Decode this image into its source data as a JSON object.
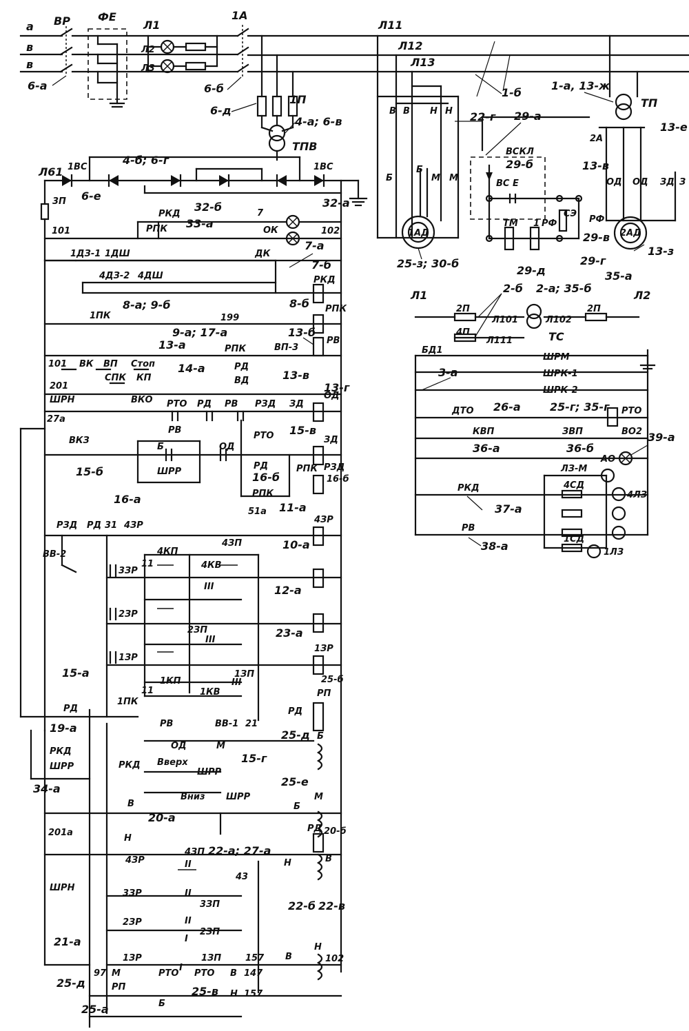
{
  "labels": {
    "phase_a": "а",
    "phase_b": "в",
    "phase_c": "в",
    "ref_6a": "6-а",
    "breaker_vr": "ВР",
    "fuse_fe": "ФЕ",
    "lamp_l1": "Л1",
    "lamp_l2": "Л2",
    "lamp_l3": "Л3",
    "switch_1a": "1А",
    "ref_6b": "6-б",
    "ref_6d": "6-д",
    "fuse_1p": "1П",
    "ref_4a_6v": "4-а; 6-в",
    "trans_tpv": "ТПВ",
    "bus_l61": "Л61",
    "diode_1vs_left": "1ВС",
    "diode_1vs_right": "1ВС",
    "ref_4b_6g": "4-б; 6-г",
    "fuse_3p": "3П",
    "ref_6e": "6-е",
    "node_101": "101",
    "node_102": "102",
    "rkd": "РКД",
    "rpk": "РПК",
    "ref_32b": "32-б",
    "ref_33a": "33-а",
    "lamp_ok": "ОК",
    "ref_32a": "32-а",
    "num_7": "7",
    "dz1": "1ДЗ-1",
    "dsh1": "1ДШ",
    "dk": "ДК",
    "ref_7a": "7-а",
    "ref_7b": "7-б",
    "dz2": "4ДЗ-2",
    "dsh4": "4ДШ",
    "coil_rkd": "РКД",
    "pk1": "1ПК",
    "ref_8a_9b": "8-а; 9-б",
    "ref_8b": "8-б",
    "coil_rpk": "РПК",
    "ref_9a_17a": "9-а; 17-а",
    "node_199": "199",
    "ref_13b": "13-б",
    "coil_rv": "РВ",
    "ref_13a": "13-а",
    "rpk2": "РПК",
    "rd": "РД",
    "vd": "ВД",
    "vp3": "ВП-3",
    "ref_14a": "14-а",
    "node_101b": "101",
    "vk": "ВК",
    "vp": "ВП",
    "stop": "Стоп",
    "kp": "КП",
    "spk": "СПК",
    "node_201": "201",
    "ref_13g": "13-г",
    "shrn": "ШРН",
    "vko": "ВКО",
    "rto": "РТО",
    "rd2": "РД",
    "rv2": "РВ",
    "rzd": "РЗД",
    "zd": "ЗД",
    "ref_13v": "13-в",
    "coil_od": "ОД",
    "node_27a": "27а",
    "rv3": "РВ",
    "vkz": "ВКЗ",
    "b": "Б",
    "od": "ОД",
    "ref_15v": "15-в",
    "coil_zd": "ЗД",
    "ref_15b": "15-б",
    "shrr": "ШРР",
    "rto2": "РТО",
    "rd3": "РД",
    "rpk3": "РПК",
    "rzd2": "РЗД",
    "ref_16b": "16-б",
    "ref_16b2": "16-б",
    "rpk4": "РПК",
    "node_51a": "51а",
    "ref_11a": "11-а",
    "ref_16a": "16-а",
    "rzd3": "РЗД",
    "rd4": "РД",
    "node_31": "31",
    "r4zr": "4ЗР",
    "coil_4zr": "4ЗР",
    "vv2": "ВВ-2",
    "ref_10a": "10-а",
    "r4zp": "4ЗП",
    "kp4": "4КП",
    "kv4": "4КВ",
    "node_11": "11",
    "r3zr": "3ЗР",
    "r2zr": "2ЗР",
    "ref_12a": "12-а",
    "z2p": "2ЗП",
    "ref_23a": "23-а",
    "r1zr": "1ЗР",
    "coil_1zr": "1ЗР",
    "ref_25b": "25-б",
    "rp": "РП",
    "ref_15a": "15-а",
    "kp1": "1КП",
    "z1p": "1ЗП",
    "node_11b": "11",
    "kv1": "1КВ",
    "rd5": "РД",
    "pk1b": "1ПК",
    "rd6": "РД",
    "ref_19a": "19-а",
    "rv4": "РВ",
    "vv1": "ВВ-1",
    "node_21": "21",
    "ref_25d": "25-д",
    "rkd2": "РКД",
    "od2": "ОД",
    "m": "М",
    "ref_15g": "15-г",
    "b2": "Б",
    "shrr2": "ШРР",
    "rkd3": "РКД",
    "up": "Вверх",
    "shrr3": "ШРР",
    "ref_34a": "34-а",
    "down": "Вниз",
    "shrr4": "ШРР",
    "ref_25e": "25-е",
    "b3": "Б",
    "m2": "М",
    "v": "В",
    "ref_20a": "20-а",
    "node_201a": "201а",
    "n": "Н",
    "rd7": "РД",
    "ref_20b": "20-б",
    "r4zr2": "4ЗР",
    "z4p2": "4ЗП",
    "ref_22a_27a": "22-а; 27-а",
    "node_43": "43",
    "n2": "Н",
    "v2": "В",
    "shrn2": "ШРН",
    "r3zr2": "3ЗР",
    "z3p": "3ЗП",
    "ref_22b": "22-б",
    "ref_22v": "22-в",
    "r2zr2": "2ЗР",
    "z2p2": "2ЗП",
    "ref_21a": "21-а",
    "r1zr2": "1ЗР",
    "z1p2": "1ЗП",
    "node_157": "157",
    "v3": "В",
    "n3": "Н",
    "node_102b": "102",
    "node_97": "97",
    "m3": "М",
    "rto3": "РТО",
    "rto4": "РТО",
    "v4": "В",
    "node_147": "147",
    "ref_25d2": "25-д",
    "rp2": "РП",
    "ref_25v": "25-в",
    "ref_25a": "25-а",
    "b4": "Б",
    "n4": "Н",
    "node_157b": "157",
    "l11": "Л11",
    "l12": "Л12",
    "l13": "Л13",
    "ref_1b": "1-б",
    "ref_1a_13zh": "1-а, 13-ж",
    "tp": "ТП",
    "ref_13e": "13-е",
    "sw_2a": "2А",
    "v5": "В",
    "v6": "В",
    "n5": "Н",
    "n6": "Н",
    "ref_22g": "22-г",
    "ref_29a": "29-а",
    "vskl": "ВСКЛ",
    "ref_29b": "29-б",
    "vs_e": "ВС   Е",
    "b5": "Б",
    "m4": "М",
    "m5": "М",
    "b6": "Б",
    "ref_13v2": "13-в",
    "od3": "ОД",
    "od4": "ОД",
    "zd2": "ЗД",
    "z_trunc": "З",
    "tm": "ТМ",
    "rf": "РФ",
    "sz": "СЭ",
    "rf2": "РФ",
    "ref_29v": "29-в",
    "motor_1ad": "1АД",
    "ref_25z_30b": "25-з; 30-б",
    "ref_29d": "29-д",
    "ref_29g": "29-г",
    "motor_2ad": "2АД",
    "ref_13z": "13-з",
    "l1": "Л1",
    "l2": "Л2",
    "ref_2b": "2-б",
    "ref_2a_35b": "2-а; 35-б",
    "ref_35a": "35-а",
    "f2p": "2П",
    "f2p2": "2П",
    "l101": "Л101",
    "l102": "Л102",
    "f4p": "4П",
    "l111": "Л111",
    "tc": "ТС",
    "bd1": "БД1",
    "shrm": "ШРМ",
    "shrk1": "ШРК-1",
    "shrk2": "ШРК-2",
    "ref_3a": "3-а",
    "dto": "ДТО",
    "ref_26a": "26-а",
    "ref_25g_35g": "25-г; 35-г",
    "rto5": "РТО",
    "kvp": "КВП",
    "zvp": "ЗВП",
    "vo2": "ВО2",
    "ref_39a": "39-а",
    "ref_36a": "36-а",
    "ref_36b": "36-б",
    "ao": "АО",
    "lz_m": "ЛЗ-М",
    "sd4": "4СД",
    "lz4": "4ЛЗ",
    "rkd4": "РКД",
    "ref_37a": "37-а",
    "sd1": "1СД",
    "lz1": "1ЛЗ",
    "rv5": "РВ",
    "ref_38a": "38-а",
    "num_1": "1",
    "roman_3": "III",
    "roman_2": "II",
    "roman_1": "I"
  },
  "colors": {
    "ink": "#111111",
    "paper": "#ffffff"
  }
}
